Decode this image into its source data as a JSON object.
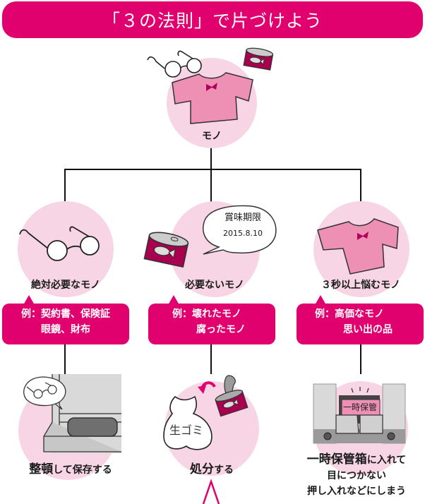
{
  "title": "「３の法則」で片づけよう",
  "root": {
    "label": "モノ",
    "illustration": [
      "glasses-icon",
      "t-shirt-icon",
      "fish-can-icon"
    ]
  },
  "categories": [
    {
      "label": "絶対必要なモノ",
      "illustration": "glasses-icon",
      "example_lines": [
        "例：契約書、保険証",
        "眼鏡、財布"
      ],
      "result": {
        "strong": "整頓",
        "rest": "して保存する"
      },
      "result_illustration": "drawer-with-glasses-icon"
    },
    {
      "label": "必要ないモノ",
      "illustration": "fish-can-icon",
      "speech_bubble": [
        "賞味期限",
        "2015.8.10"
      ],
      "example_lines": [
        "例：壊れたモノ",
        "腐ったモノ"
      ],
      "result": {
        "strong": "処分",
        "rest": "する"
      },
      "result_illustration": "garbage-bag-icon",
      "garbage_bag_text": "生ゴミ"
    },
    {
      "label": "３秒以上悩むモノ",
      "illustration": "t-shirt-icon",
      "example_lines": [
        "例：高価なモノ",
        "思い出の品"
      ],
      "result": {
        "strong": "一時保管箱",
        "rest": "に入れて",
        "line2": "目につかない",
        "line3": "押し入れなどにしまう"
      },
      "result_illustration": "closet-storage-box-icon",
      "box_label": "一時保管"
    }
  ],
  "colors": {
    "accent": "#e0006e",
    "circle": "#f7d5e4",
    "shirt": "#ee8fb4",
    "can": "#a8004f",
    "line": "#111111"
  }
}
